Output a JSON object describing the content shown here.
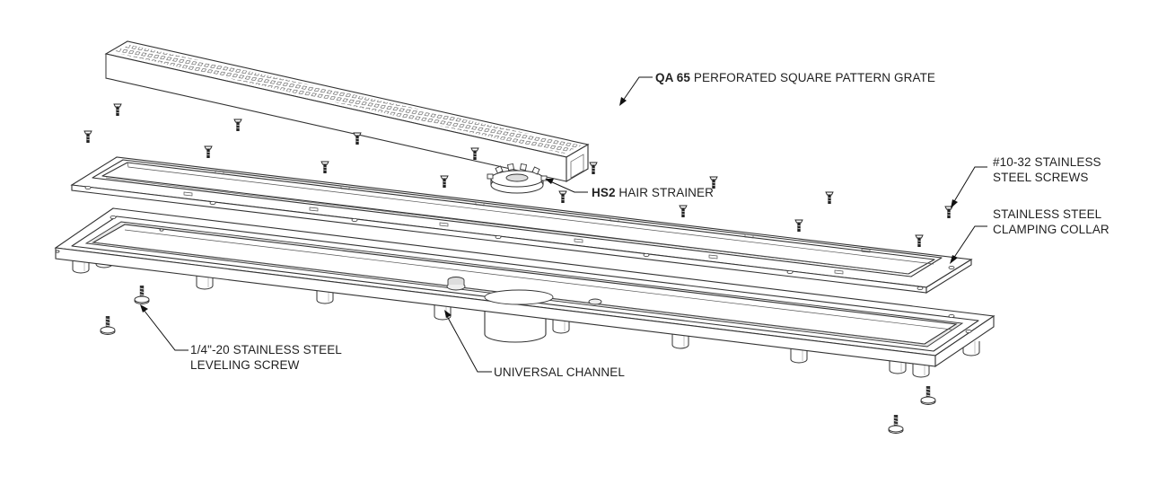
{
  "labels": {
    "grate_bold": "QA 65",
    "grate_rest": "PERFORATED SQUARE PATTERN GRATE",
    "strainer_bold": "HS2",
    "strainer_rest": "HAIR STRAINER",
    "screws_line1": "#10-32 STAINLESS",
    "screws_line2": "STEEL SCREWS",
    "collar_line1": "STAINLESS STEEL",
    "collar_line2": "CLAMPING COLLAR",
    "leveling_line1": "1/4\"-20 STAINLESS STEEL",
    "leveling_line2": "LEVELING SCREW",
    "channel": "UNIVERSAL CHANNEL"
  }
}
